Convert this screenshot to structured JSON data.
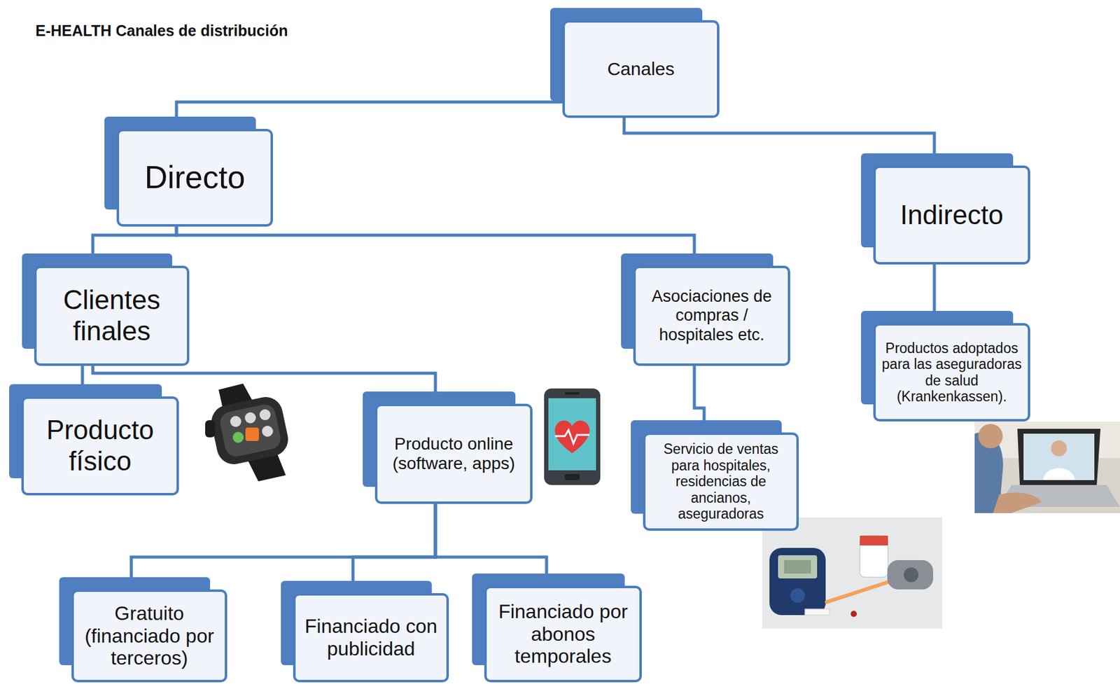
{
  "diagram": {
    "title": "E-HEALTH Canales de distribución",
    "nodes": [
      {
        "text": [
          "Canales"
        ]
      },
      {
        "text": [
          "Directo"
        ]
      },
      {
        "text": [
          "Indirecto"
        ]
      },
      {
        "text": [
          "Clientes finales"
        ]
      },
      {
        "text": [
          "Asociaciones de compras / hospitales etc."
        ]
      },
      {
        "text": [
          "Productos adoptados para las aseguradoras de salud (Krankenkassen)."
        ]
      },
      {
        "text": [
          "Producto físico"
        ]
      },
      {
        "text": [
          "Producto online (software, apps)"
        ]
      },
      {
        "text": [
          "Servicio de ventas para hospitales, residencias de ancianos, aseguradoras"
        ]
      },
      {
        "text": [
          "Gratuito (financiado por terceros)"
        ]
      },
      {
        "text": [
          "Financiado con publicidad"
        ]
      },
      {
        "text": [
          "Financiado por abonos temporales"
        ]
      }
    ],
    "edges": [
      {
        "from": 0,
        "to": 1,
        "arrow": "none"
      },
      {
        "from": 0,
        "to": 2,
        "arrow": "none"
      },
      {
        "from": 1,
        "to": 3,
        "arrow": "none"
      },
      {
        "from": 1,
        "to": 4,
        "arrow": "none"
      },
      {
        "from": 2,
        "to": 5,
        "arrow": "none"
      },
      {
        "from": 3,
        "to": 6,
        "arrow": "none"
      },
      {
        "from": 3,
        "to": 7,
        "arrow": "none"
      },
      {
        "from": 4,
        "to": 8,
        "arrow": "none"
      },
      {
        "from": 7,
        "to": 9,
        "arrow": "none"
      },
      {
        "from": 7,
        "to": 10,
        "arrow": "none"
      },
      {
        "from": 7,
        "to": 11,
        "arrow": "none"
      }
    ]
  }
}
